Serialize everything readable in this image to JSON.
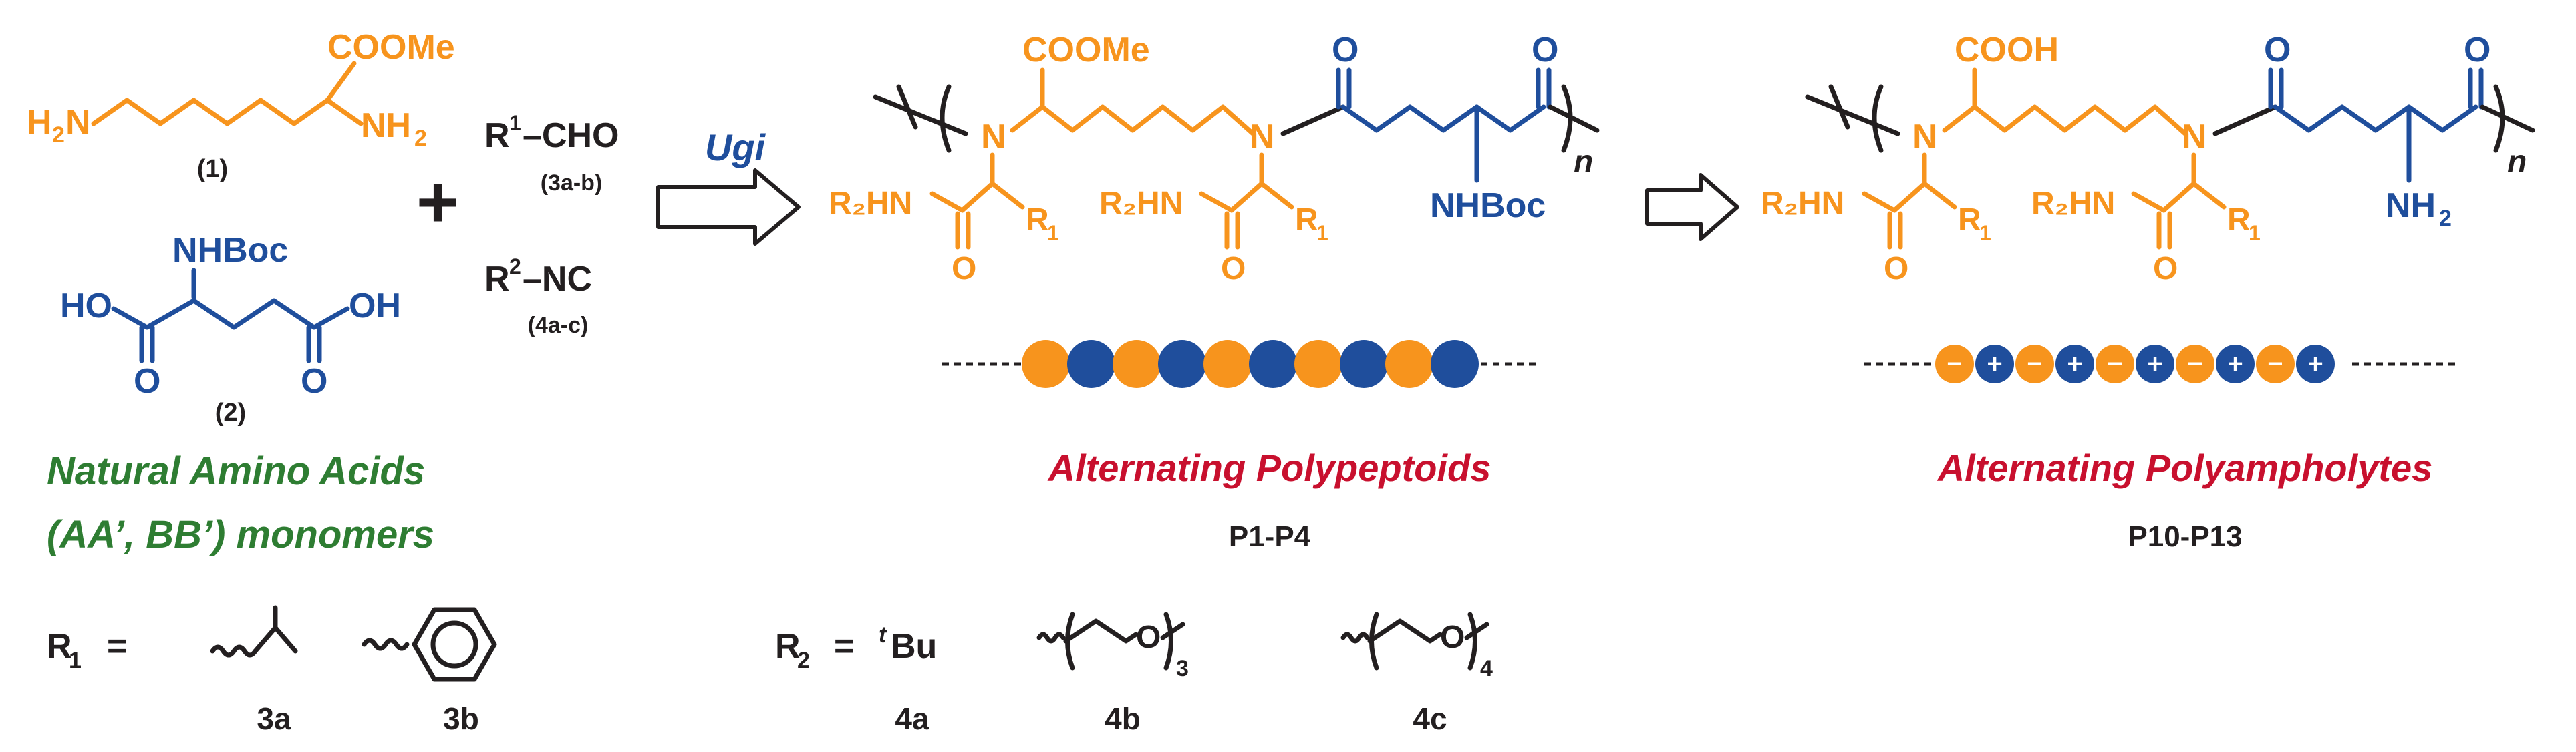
{
  "colors": {
    "orange": "#F7941D",
    "blue": "#1F4E9C",
    "green": "#2E7D32",
    "red": "#C8102E",
    "black": "#231F20"
  },
  "monomer1": {
    "ester": "COOMe",
    "amine_left_H": "H",
    "amine_left_sub": "2",
    "amine_left_N": "N",
    "amine_right_N": "NH",
    "amine_right_sub": "2",
    "label": "(1)"
  },
  "monomer2": {
    "nhboc": "NHBoc",
    "left_oh": "HO",
    "right_oh": "OH",
    "o_left": "O",
    "o_right": "O",
    "label": "(2)"
  },
  "monomer_caption": {
    "line1": "Natural Amino Acids",
    "line2": "(AA’, BB’) monomers"
  },
  "plus": "+",
  "aldehyde": {
    "r": "R",
    "sup": "1",
    "formula": "–CHO",
    "label": "(3a-b)"
  },
  "isocyanide": {
    "r": "R",
    "sup": "2",
    "formula": "–NC",
    "label": "(4a-c)"
  },
  "reaction_label": "Ugi",
  "polymer1": {
    "ester": "COOMe",
    "n_left": "N",
    "n_right": "N",
    "amide_left": "R₂HN",
    "amide_right": "R₂HN",
    "r1": "R",
    "r1_sub": "1",
    "o": "O",
    "nhboc": "NHBoc",
    "n_index": "n",
    "caption": "Alternating Polypeptoids",
    "code": "P1-P4"
  },
  "polymer2": {
    "acid": "COOH",
    "n_left": "N",
    "n_right": "N",
    "amide_left": "R₂HN",
    "amide_right": "R₂HN",
    "r1": "R",
    "r1_sub": "1",
    "o": "O",
    "nh2": "NH",
    "nh2_sub": "2",
    "n_index": "n",
    "caption": "Alternating Polyampholytes",
    "code": "P10-P13"
  },
  "beads1": [
    "orange",
    "blue",
    "orange",
    "blue",
    "orange",
    "blue",
    "orange",
    "blue",
    "orange",
    "blue"
  ],
  "beads2": [
    "orange",
    "blue",
    "orange",
    "blue",
    "orange",
    "blue",
    "orange",
    "blue",
    "orange",
    "blue"
  ],
  "charges": {
    "orange": "−",
    "blue": "+"
  },
  "r1_row": {
    "label": "R",
    "sub": "1",
    "eq": "=",
    "codes": [
      "3a",
      "3b"
    ]
  },
  "r2_row": {
    "label": "R",
    "sub": "2",
    "eq": "=",
    "tbu_sup": "t",
    "tbu": "Bu",
    "peg_o": "O",
    "peg3_sub": "3",
    "peg4_sub": "4",
    "codes": [
      "4a",
      "4b",
      "4c"
    ]
  }
}
